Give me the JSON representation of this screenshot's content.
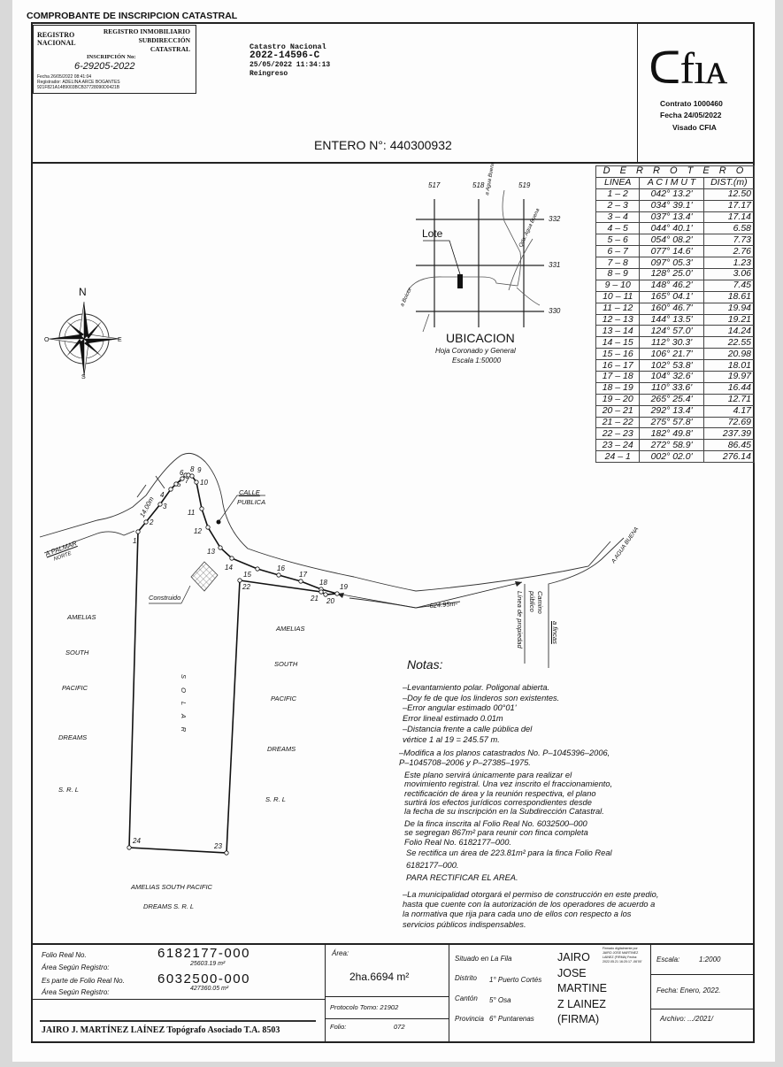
{
  "title": "COMPROBANTE DE INSCRIPCION CATASTRAL",
  "stamp": {
    "logo_text": "REGISTRO NACIONAL",
    "line1": "REGISTRO INMOBILIARIO",
    "line2": "SUBDIRECCIÓN",
    "line3": "CATASTRAL",
    "inscripcion_label": "INSCRIPCIÓN No:",
    "inscripcion": "6-29205-2022",
    "fecha": "Fecha       26/05/2022 08:41:04",
    "registrador": "Registrador: ADELINA ARCE BOGANTES",
    "hash": "921F821A1489003BCB37728090D0421B"
  },
  "catastro": {
    "label": "Catastro Nacional",
    "number": "2022-14596-C",
    "datetime": "25/05/2022 11:34:13",
    "type": "Reingreso"
  },
  "cfia": {
    "logo": "CFIA",
    "contrato": "Contrato 1000460",
    "fecha": "Fecha 24/05/2022",
    "visado": "Visado CFIA"
  },
  "entero": "ENTERO N°: 440300932",
  "derrotero": {
    "title": "D E R R O T E R O",
    "headers": [
      "LINEA",
      "A C I M U T",
      "DIST.(m)"
    ],
    "rows": [
      [
        "1 – 2",
        "042° 13.2'",
        "12.50"
      ],
      [
        "2 – 3",
        "034° 39.1'",
        "17.17"
      ],
      [
        "3 – 4",
        "037° 13.4'",
        "17.14"
      ],
      [
        "4 – 5",
        "044° 40.1'",
        "6.58"
      ],
      [
        "5 – 6",
        "054° 08.2'",
        "7.73"
      ],
      [
        "6 – 7",
        "077° 14.6'",
        "2.76"
      ],
      [
        "7 – 8",
        "097° 05.3'",
        "1.23"
      ],
      [
        "8 – 9",
        "128° 25.0'",
        "3.06"
      ],
      [
        "9 – 10",
        "148° 46.2'",
        "7.45"
      ],
      [
        "10 – 11",
        "165° 04.1'",
        "18.61"
      ],
      [
        "11 – 12",
        "160° 46.7'",
        "19.94"
      ],
      [
        "12 – 13",
        "144° 13.5'",
        "19.21"
      ],
      [
        "13 – 14",
        "124° 57.0'",
        "14.24"
      ],
      [
        "14 – 15",
        "112° 30.3'",
        "22.55"
      ],
      [
        "15 – 16",
        "106° 21.7'",
        "20.98"
      ],
      [
        "16 – 17",
        "102° 53.8'",
        "18.01"
      ],
      [
        "17 – 18",
        "104° 32.6'",
        "19.97"
      ],
      [
        "18 – 19",
        "110° 33.6'",
        "16.44"
      ],
      [
        "19 – 20",
        "265° 25.4'",
        "12.71"
      ],
      [
        "20 – 21",
        "292° 13.4'",
        "4.17"
      ],
      [
        "21 – 22",
        "275° 57.8'",
        "72.69"
      ],
      [
        "22 – 23",
        "182° 49.8'",
        "237.39"
      ],
      [
        "23 – 24",
        "272° 58.9'",
        "86.45"
      ],
      [
        "24 – 1",
        "002° 02.0'",
        "276.14"
      ]
    ]
  },
  "ubicacion": {
    "cols": [
      "517",
      "518",
      "519"
    ],
    "rows": [
      "332",
      "331",
      "330"
    ],
    "lote": "Lote",
    "river1": "a Agua Buena",
    "river2": "Qda. Agua Buena",
    "road": "a Boloor",
    "title": "UBICACION",
    "hoja": "Hoja Coronado y General",
    "escala": "Escala 1:50000"
  },
  "compass": {
    "n": "N",
    "s": "S",
    "e": "E",
    "o": "O"
  },
  "plan": {
    "vertices": [
      "1",
      "2",
      "3",
      "4",
      "5",
      "6",
      "7",
      "8",
      "9",
      "10",
      "11",
      "12",
      "13",
      "14",
      "15",
      "16",
      "17",
      "18",
      "19",
      "20",
      "21",
      "22",
      "23",
      "24"
    ],
    "width_label": "14.00m",
    "calle": "CALLE",
    "publica": "PUBLICA",
    "palmar1": "A PALMAR",
    "palmar2": "NORTE",
    "agua_buena": "A AGUA BUENA",
    "distance": "-624.95m-",
    "camino1": "Camino",
    "camino2": "público",
    "a_fincas": "a fincas",
    "linea_prop": "Línea de propiedad",
    "construido": "Construido",
    "solar": "S O L A R",
    "owner_left": [
      "AMELIAS",
      "SOUTH",
      "PACIFIC",
      "DREAMS",
      "S. R. L"
    ],
    "owner_mid": [
      "AMELIAS",
      "SOUTH",
      "PACIFIC",
      "DREAMS",
      "S. R. L"
    ],
    "owner_bottom": [
      "AMELIAS SOUTH PACIFIC",
      "DREAMS S. R. L"
    ]
  },
  "notas": {
    "title": "Notas:",
    "lines": [
      "–Levantamiento polar. Poligonal abierta.",
      "–Doy fe de que los linderos son existentes.",
      "–Error angular estimado 00°01'",
      " Error lineal estimado 0.01m",
      "–Distancia frente a calle pública del",
      " vértice 1 al 19 = 245.57 m.",
      "–Modifica a los planos catastrados No. P–1045396–2006,",
      " P–1045708–2006 y P–27385–1975."
    ],
    "para1": [
      "Este plano servirá únicamente para realizar el",
      "movimiento registral. Una vez inscrito el fraccionamiento,",
      "rectificación de área y la reunión respectiva, el plano",
      "surtirá los efectos jurídicos correspondientes desde",
      "la fecha de su inscripción en la Subdirección Catastral."
    ],
    "para2": [
      "De la finca inscrita al Folio Real No. 6032500–000",
      "se segregan 867m² para reunir con finca completa",
      "Folio Real No. 6182177–000."
    ],
    "para3": [
      "Se rectifica un área de 223.81m² para la finca Folio Real",
      "6182177–000."
    ],
    "para4": "PARA RECTIFICAR EL AREA.",
    "para5": [
      "–La municipalidad otorgará el permiso de construcción en este predio,",
      "hasta que cuente con la autorización de los operadores de acuerdo a",
      "la normativa que rija para cada uno de ellos con respecto a los",
      "servicios públicos indispensables."
    ]
  },
  "footer": {
    "folio_label": "Folio Real No.",
    "folio": "6182177-000",
    "area_reg_label": "Área Según Registro:",
    "area_reg": "25603.19 m²",
    "parte_label": "Es parte de Folio Real No.",
    "parte": "6032500-000",
    "area_reg2_label": "Área Según Registro:",
    "area_reg2": "427360.05 m²",
    "surveyor": "JAIRO J. MARTÍNEZ LAÍNEZ Topógrafo Asociado T.A. 8503",
    "area_label": "Área:",
    "area": "2ha.6694 m²",
    "protocolo": "Protocolo Tomo: 21902",
    "folio2_label": "Folio:",
    "folio2": "072",
    "situado": "Situado en La Fila",
    "distrito_label": "Distrito",
    "distrito": "1° Puerto Cortés",
    "canton_label": "Cantón",
    "canton": "5° Osa",
    "provincia_label": "Provincia",
    "provincia": "6° Puntarenas",
    "firma": [
      "JAIRO",
      "JOSE",
      "MARTINE",
      "Z LAINEZ",
      "(FIRMA)"
    ],
    "firma_small": "Firmado digitalmente por JAIRO JOSE MARTINEZ LAINEZ (FIRMA) Fecha: 2022.05.21 16:20:17 -06'00'",
    "escala_label": "Escala:",
    "escala": "1:2000",
    "fecha": "Fecha: Enero, 2022.",
    "archivo": "Archivo: .../2021/"
  }
}
